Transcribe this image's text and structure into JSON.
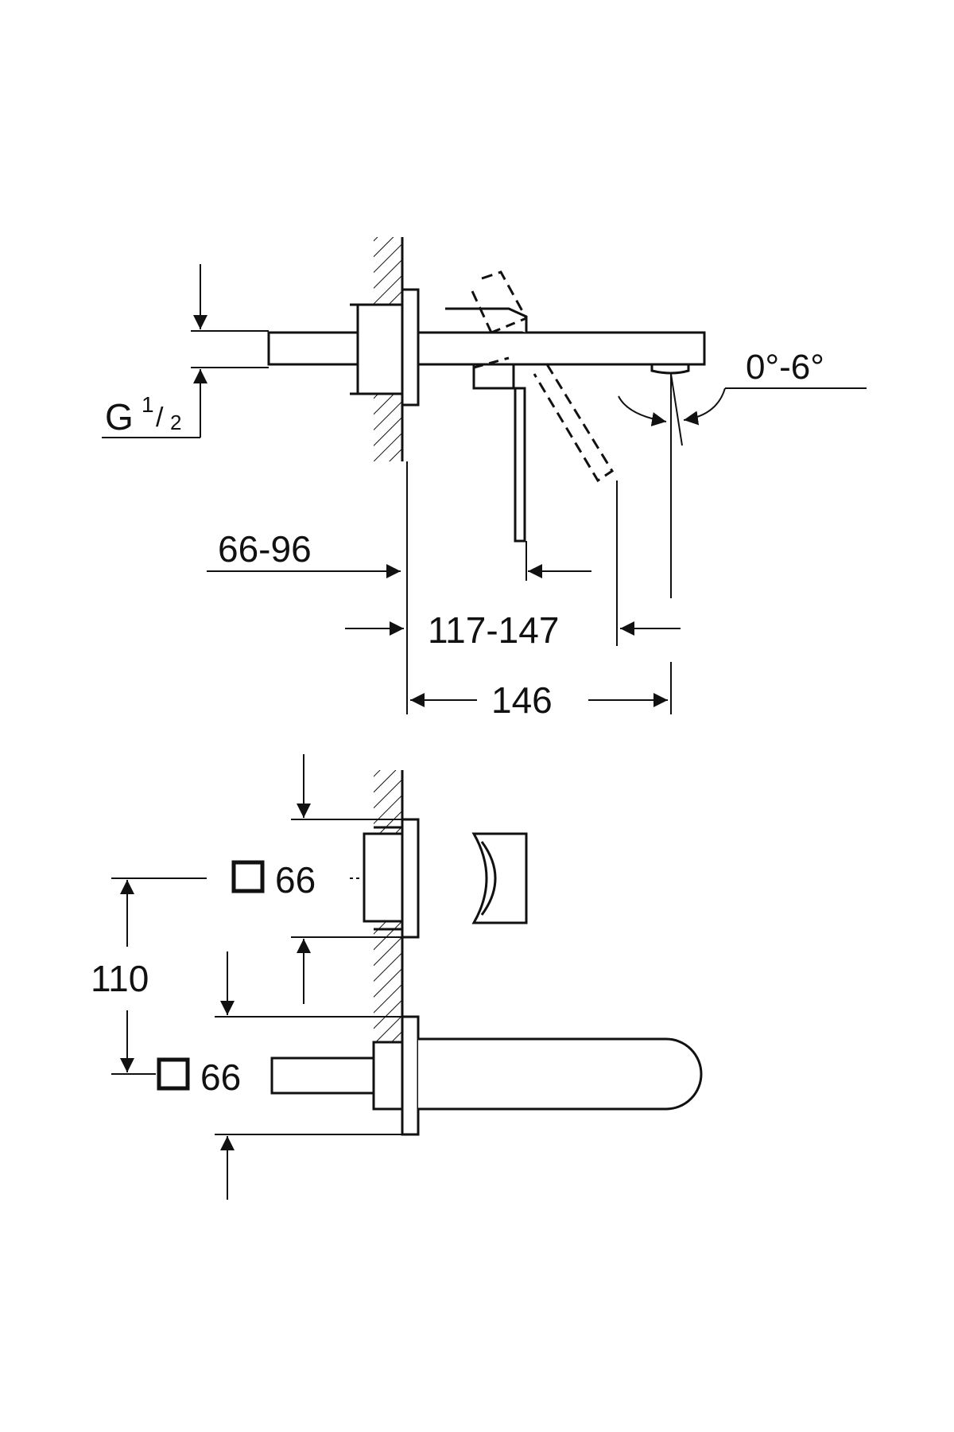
{
  "drawing": {
    "side_view": {
      "thread_label_main": "G",
      "thread_label_num": "1",
      "thread_label_den": "2",
      "angle_label": "0°-6°",
      "dim_wall_depth": "66-96",
      "dim_spout_reach": "117-147",
      "dim_total_projection": "146"
    },
    "front_view": {
      "upper_plate_size": "66",
      "lower_plate_size": "66",
      "dim_vertical_spacing": "110"
    }
  }
}
